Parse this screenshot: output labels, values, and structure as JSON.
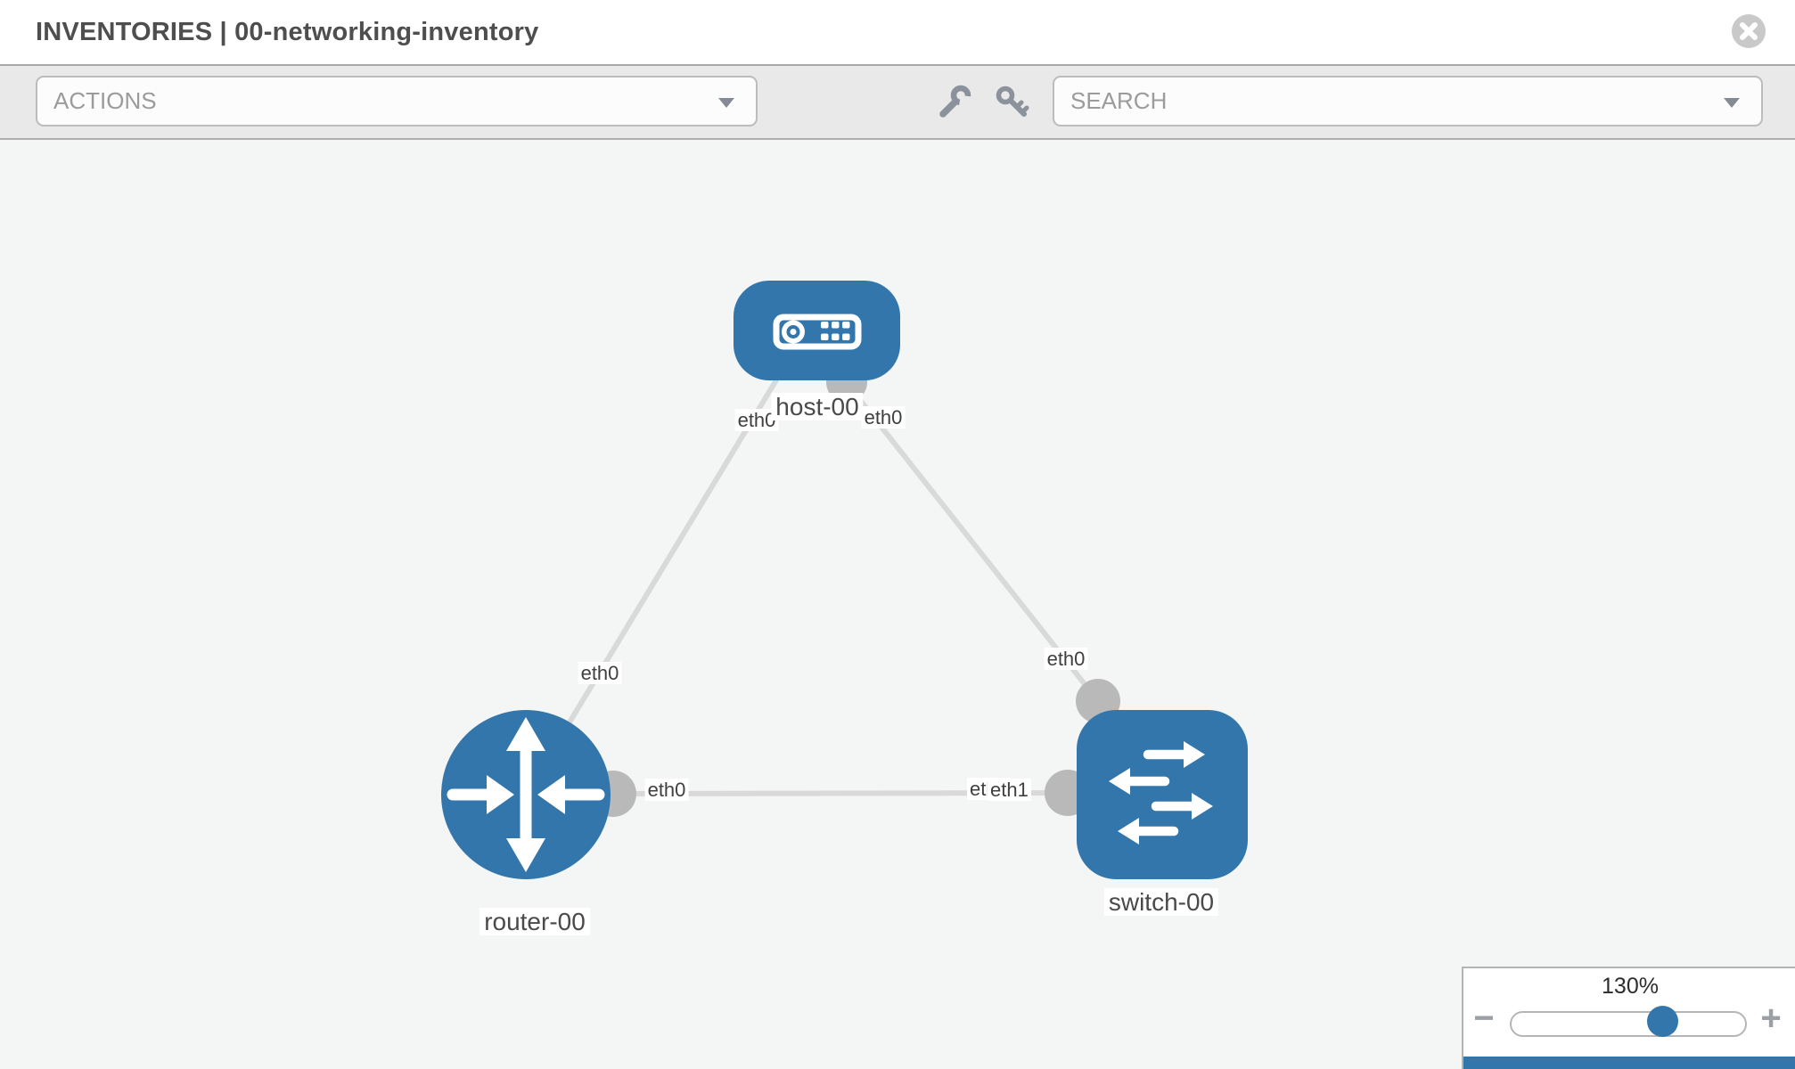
{
  "header": {
    "title": "INVENTORIES | 00-networking-inventory"
  },
  "toolbar": {
    "actions_label": "ACTIONS",
    "search_placeholder": "SEARCH",
    "icons": [
      "wrench-icon",
      "key-icon"
    ]
  },
  "topology": {
    "nodes": [
      {
        "id": "host-00",
        "type": "host",
        "label": "host-00"
      },
      {
        "id": "router-00",
        "type": "router",
        "label": "router-00"
      },
      {
        "id": "switch-00",
        "type": "switch",
        "label": "switch-00"
      }
    ],
    "links": [
      {
        "from": "host-00",
        "to": "router-00",
        "from_interface": "eth0",
        "to_interface": "eth0"
      },
      {
        "from": "host-00",
        "to": "switch-00",
        "from_interface": "eth0",
        "to_interface": "eth0"
      },
      {
        "from": "router-00",
        "to": "switch-00",
        "from_interface": "eth0",
        "to_interface": "eth1"
      }
    ],
    "interface_labels": {
      "host_router_at_host": "eth0",
      "host_router_at_router": "eth0",
      "host_switch_at_host": "eth0",
      "host_switch_at_switch": "eth0",
      "router_switch_at_router": "eth0",
      "router_switch_at_switch_back": "eth0",
      "router_switch_at_switch_front": "eth1"
    }
  },
  "zoom_control": {
    "level": "130%",
    "minus": "−",
    "plus": "+"
  },
  "colors": {
    "node_blue": "#3276ac",
    "link_gray": "#d9d9d9",
    "endpoint_gray": "#b9b9b9",
    "canvas_bg": "#f4f5f5",
    "toolbar_bg": "#e9e9e9"
  }
}
